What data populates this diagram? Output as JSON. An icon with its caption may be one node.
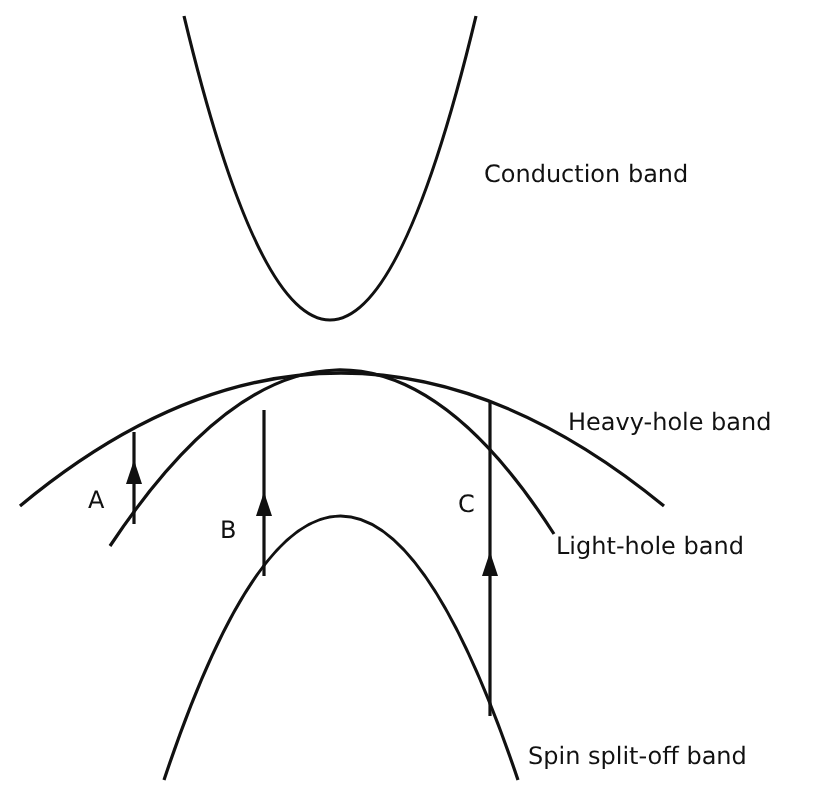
{
  "diagram": {
    "labels": [
      "Conduction band",
      "Heavy-hole band",
      "A",
      "B",
      "C",
      "Light-hole band",
      "Spin split-off band"
    ]
  }
}
